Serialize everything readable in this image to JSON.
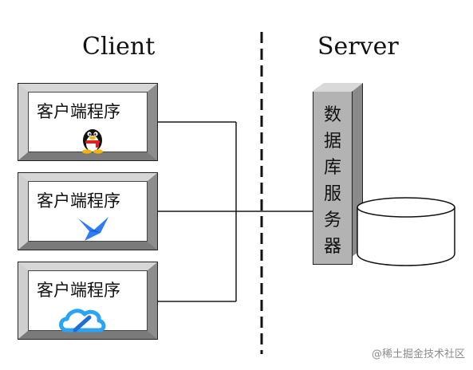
{
  "diagram": {
    "client_title": "Client",
    "server_title": "Server",
    "clients": [
      {
        "label": "客户端程序",
        "logo": "qq-penguin-icon"
      },
      {
        "label": "客户端程序",
        "logo": "bird-icon"
      },
      {
        "label": "客户端程序",
        "logo": "cloud-icon"
      }
    ],
    "server_label": "数据库服务器",
    "database_icon": "database-cylinder-icon"
  },
  "watermark": "@稀土掘金技术社区",
  "colors": {
    "line": "#1a1a1a",
    "box": "#b8b8b8",
    "bird_blue": "#2e7cf6",
    "cloud_blue": "#2aa4f4"
  }
}
